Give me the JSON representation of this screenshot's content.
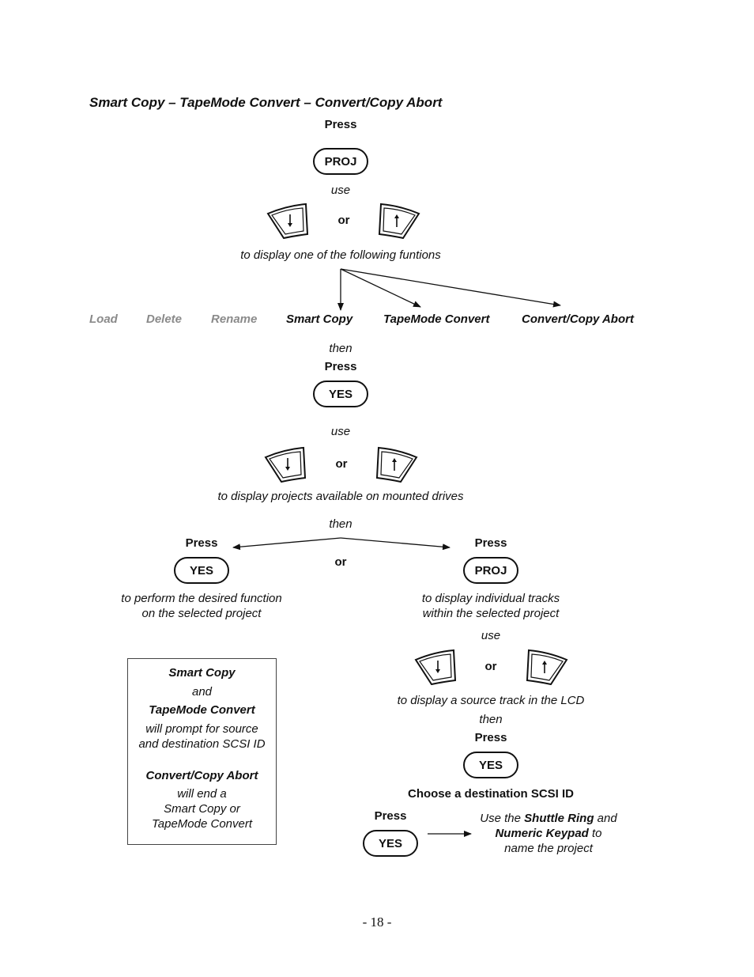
{
  "title": "Smart Copy – TapeMode Convert – Convert/Copy Abort",
  "step1": {
    "press": "Press",
    "key": "PROJ",
    "use": "use",
    "or": "or",
    "caption": "to display one of the following funtions"
  },
  "functions": {
    "load": "Load",
    "delete": "Delete",
    "rename": "Rename",
    "smart_copy": "Smart Copy",
    "tapemode_convert": "TapeMode Convert",
    "convert_copy_abort": "Convert/Copy Abort"
  },
  "step2": {
    "then": "then",
    "press": "Press",
    "key": "YES",
    "use": "use",
    "or": "or",
    "caption": "to display projects available on mounted drives"
  },
  "branch": {
    "then": "then",
    "or": "or",
    "left": {
      "press": "Press",
      "key": "YES",
      "caption_1": "to perform the desired function",
      "caption_2": "on the selected project"
    },
    "right": {
      "press": "Press",
      "key": "PROJ",
      "caption_1": "to display individual tracks",
      "caption_2": "within the selected project",
      "use": "use",
      "or": "or",
      "track_caption": "to display a source track in the LCD",
      "then": "then",
      "press2": "Press",
      "key2": "YES",
      "choose": "Choose a destination SCSI ID",
      "press3": "Press",
      "key3": "YES",
      "final_1a": "Use the ",
      "final_1b": "Shuttle Ring",
      "final_1c": " and",
      "final_2a": "Numeric Keypad",
      "final_2b": " to",
      "final_3": "name the project"
    }
  },
  "note_box": {
    "l1": "Smart Copy",
    "l2": "and",
    "l3": "TapeMode Convert",
    "l4": "will prompt for source",
    "l5": "and destination SCSI ID",
    "l6": "Convert/Copy Abort",
    "l7": "will end a",
    "l8": "Smart Copy or",
    "l9": "TapeMode Convert"
  },
  "page_number": "- 18 -",
  "icons": {
    "down": "down-arrow-key-icon",
    "up": "up-arrow-key-icon"
  }
}
